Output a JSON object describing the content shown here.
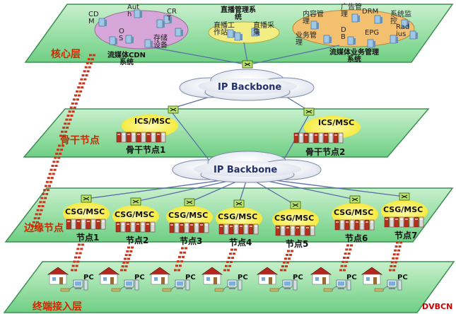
{
  "layers": {
    "core": "核心层",
    "backbone": "骨干节点",
    "edge": "边缘节点",
    "access": "终端接入层"
  },
  "core": {
    "cdn_system": "流媒体CDN\n系统",
    "cdn_items": [
      "CD\nM",
      "Aut\nh",
      "CR\nT",
      "O\nS",
      "存储\n设备"
    ],
    "live_system": "直播管理系\n统",
    "live_items": [
      "直播工\n作站",
      "直播采\n集"
    ],
    "biz_system": "流媒体业务管理\n系统",
    "biz_items": [
      "内容管\n理",
      "广告管\n理",
      "DRM",
      "系统监\n控",
      "业务管\n理",
      "D\nB",
      "EPG",
      "Rad\nius"
    ]
  },
  "backbone_labels": [
    "IP Backbone",
    "IP Backbone"
  ],
  "backbone_nodes": {
    "server_label": "ICS/MSC",
    "names": [
      "骨干节点1",
      "骨干节点2"
    ]
  },
  "edge_nodes": {
    "server_label": "CSG/MSC",
    "names": [
      "节点1",
      "节点2",
      "节点3",
      "节点4",
      "节点5",
      "节点6",
      "节点7"
    ]
  },
  "access": {
    "pc_label": "PC"
  },
  "brand": "DVBCN",
  "colors": {
    "panel_top": "#c8f0cc",
    "panel_bottom": "#6fcf84",
    "panel_edge": "#3d8f55",
    "label_red": "#cc2a00",
    "cdn_fill": "#d7a6d8",
    "live_fill": "#f3ee83",
    "biz_fill": "#f3c070",
    "edge_glow": "#fff566",
    "stack_red": "#b7301e",
    "line_blue": "#5b6fa8"
  }
}
